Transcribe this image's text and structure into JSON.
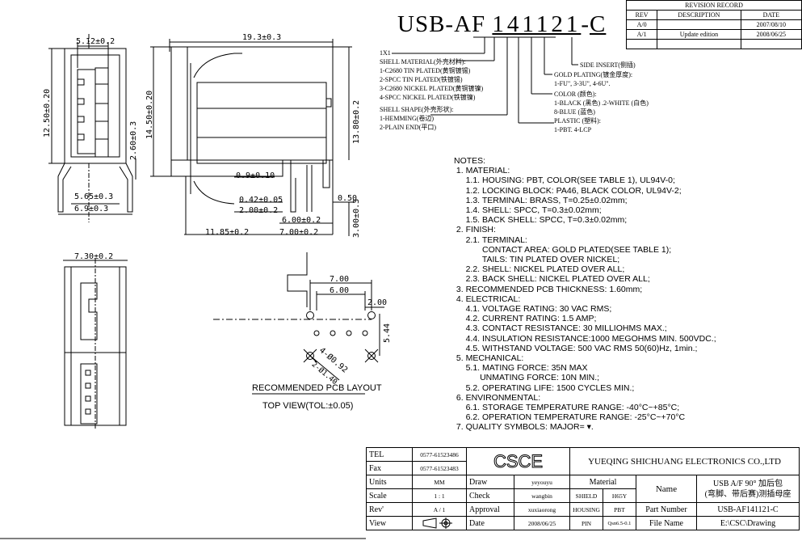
{
  "title": {
    "prefix": "USB-AF",
    "code": "141121",
    "dash": "-",
    "suffix": "C"
  },
  "revision": {
    "header": "REVISION RECORD",
    "columns": [
      "REV",
      "DESCRIPTION",
      "DATE"
    ],
    "rows": [
      {
        "rev": "A/0",
        "description": "",
        "date": "2007/08/10"
      },
      {
        "rev": "A/1",
        "description": "Update edition",
        "date": "2008/06/25"
      }
    ]
  },
  "callouts": {
    "ix": "1X1",
    "shell_material_title": "SHELL MATERIAL(外壳材料):",
    "shell_material_1": "1-C2680 TIN PLATED(黄铜镀锡)",
    "shell_material_2": "2-SPCC TIN PLATED(铁镀锡)",
    "shell_material_3": "3-C2680 NICKEL PLATED(黄铜镀镍)",
    "shell_material_4": "4-SPCC NICKEL PLATED(铁镀镍)",
    "shell_shape_title": "SHELL SHAPE(外壳形状):",
    "shell_shape_1": "1-HEMMING(卷边)",
    "shell_shape_2": "2-PLAIN END(平口)",
    "side_insert": "SIDE INSERT(侧插)",
    "gold_plating_title": "GOLD PLATING(镀金厚度):",
    "gold_plating_values": "1-FU\", 3-3U\", 4-6U\".",
    "color_title": "COLOR (颜色):",
    "color_1": "1-BLACK (黑色) .2-WHITE (白色)",
    "color_2": "8-BLUE (蓝色)",
    "plastic_title": "PLASTIC (塑料):",
    "plastic_1": "1-PBT. 4-LCP"
  },
  "dimensions": {
    "d512": "5.12±0.2",
    "d193": "19.3±0.3",
    "d1250": "12.50±0.20",
    "d1450": "14.50±0.20",
    "d1380": "13.80±0.2",
    "d260": "2.60±0.3",
    "d09": "0.9±0.10",
    "d565": "5.65±0.3",
    "d69": "6.9±0.3",
    "d042": "0.42±0.05",
    "d200": "2.00±0.2",
    "d050": "0.50",
    "d600": "6.00±0.2",
    "d700": "7.00±0.2",
    "d1185": "11.85±0.2",
    "d300": "3.00±0.3",
    "d730": "7.30±0.2"
  },
  "pcb": {
    "d700": "7.00",
    "d600": "6.00",
    "d200": "2.00",
    "d544": "5.44",
    "hole4": "4-Ø0.92",
    "hole2": "2-Ø1.40",
    "label": "RECOMMENDED PCB LAYOUT",
    "sublabel": "TOP VIEW(TOL:±0.05)"
  },
  "notes": [
    "NOTES:",
    " 1. MATERIAL:",
    "     1.1. HOUSING: PBT, COLOR(SEE TABLE 1), UL94V-0;",
    "     1.2. LOCKING BLOCK: PA46, BLACK COLOR, UL94V-2;",
    "     1.3. TERMINAL: BRASS, T=0.25±0.02mm;",
    "     1.4. SHELL: SPCC, T=0.3±0.02mm;",
    "     1.5. BACK SHELL: SPCC, T=0.3±0.02mm;",
    " 2. FINISH:",
    "     2.1. TERMINAL:",
    "            CONTACT AREA: GOLD PLATED(SEE TABLE 1);",
    "            TAILS: TIN PLATED OVER NICKEL;",
    "     2.2. SHELL: NICKEL PLATED OVER ALL;",
    "     2.3. BACK SHELL: NICKEL PLATED OVER ALL;",
    " 3. RECOMMENDED PCB THICKNESS: 1.60mm;",
    " 4. ELECTRICAL:",
    "     4.1. VOLTAGE RATING: 30 VAC RMS;",
    "     4.2. CURRENT RATING: 1.5 AMP;",
    "     4.3. CONTACT RESISTANCE: 30 MILLIOHMS MAX.;",
    "     4.4. INSULATION RESISTANCE:1000 MEGOHMS MIN. 500VDC.;",
    "     4.5. WITHSTAND VOLTAGE: 500 VAC RMS 50(60)Hz, 1min.;",
    " 5. MECHANICAL:",
    "     5.1. MATING FORCE: 35N MAX",
    "           UNMATING FORCE: 10N MIN.;",
    "     5.2. OPERATING LIFE: 1500 CYCLES MIN.;",
    " 6. ENVIRONMENTAL:",
    "     6.1. STORAGE TEMPERATURE RANGE: -40°C~+85°C;",
    "     6.2. OPERATION TEMPERATURE RANGE: -25°C~+70°C",
    " 7. QUALITY SYMBOLS: MAJOR= ▾."
  ],
  "title_block": {
    "tel_label": "TEL",
    "tel": "0577-61523486",
    "fax_label": "Fax",
    "fax": "0577-61523483",
    "logo": "CSCE",
    "company": "YUEQING SHICHUANG ELECTRONICS CO.,LTD",
    "units_label": "Units",
    "units": "MM",
    "draw_label": "Draw",
    "draw": "yeyouyu",
    "material_label": "Material",
    "scale_label": "Scale",
    "scale": "1 : 1",
    "check_label": "Check",
    "check": "wangbin",
    "shield_label": "SHIELD",
    "shield": "H65Y",
    "name_label": "Name",
    "name_1": "USB A/F 90° 加后包",
    "name_2": "(弯脚、带后赛)测插母座",
    "rev_label": "Rev'",
    "rev": "A / 1",
    "approval_label": "Approval",
    "approval": "xuxiaorong",
    "housing_label": "HOUSING",
    "housing": "PBT",
    "part_number_label": "Part Number",
    "part_number": "USB-AF141121-C",
    "view_label": "View",
    "date_label": "Date",
    "date": "2008/06/25",
    "pin_label": "PIN",
    "pin": "Qsn6.5-0.1",
    "file_name_label": "File Name",
    "file_name": "E:\\CSC\\Drawing"
  }
}
